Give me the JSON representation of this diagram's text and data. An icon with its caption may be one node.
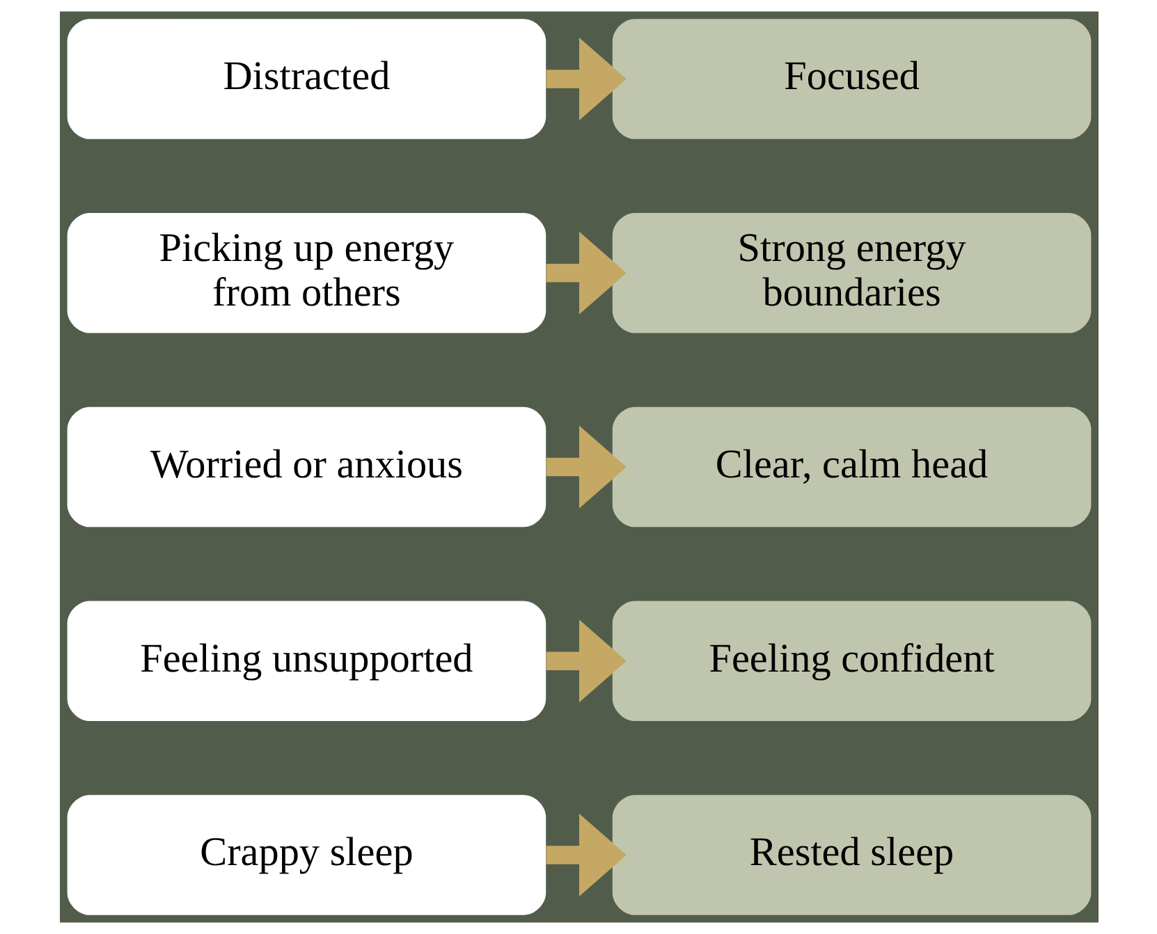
{
  "diagram": {
    "nodes": [
      {
        "text": [
          "Distracted"
        ]
      },
      {
        "text": [
          "Focused"
        ]
      },
      {
        "text": [
          "Picking up energy from others"
        ]
      },
      {
        "text": [
          "Strong energy boundaries"
        ]
      },
      {
        "text": [
          "Worried or anxious"
        ]
      },
      {
        "text": [
          "Clear, calm head"
        ]
      },
      {
        "text": [
          "Feeling unsupported"
        ]
      },
      {
        "text": [
          "Feeling confident"
        ]
      },
      {
        "text": [
          "Crappy sleep"
        ]
      },
      {
        "text": [
          "Rested sleep"
        ]
      }
    ],
    "edges": [
      {
        "from": 0,
        "to": 1,
        "arrow": "to"
      },
      {
        "from": 2,
        "to": 3,
        "arrow": "to"
      },
      {
        "from": 4,
        "to": 5,
        "arrow": "to"
      },
      {
        "from": 6,
        "to": 7,
        "arrow": "to"
      },
      {
        "from": 8,
        "to": 9,
        "arrow": "to"
      }
    ]
  }
}
